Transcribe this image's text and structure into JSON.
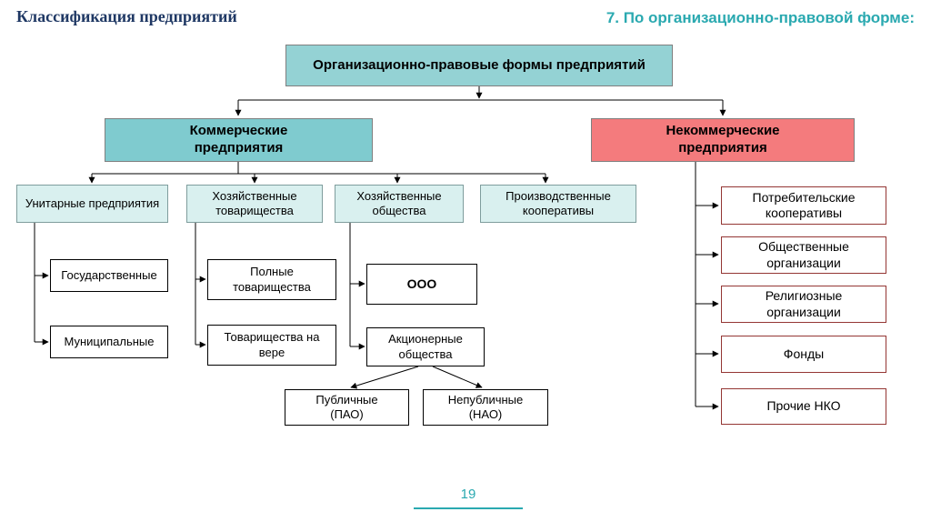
{
  "header": {
    "title": "Классификация предприятий",
    "section_title": "7. По организационно-правовой форме:"
  },
  "diagram": {
    "root": "Организационно-правовые формы предприятий",
    "commercial": "Коммерческие\nпредприятия",
    "noncommercial": "Некоммерческие\nпредприятия",
    "categories": {
      "unitary": "Унитарные предприятия",
      "partnerships": "Хозяйственные\nтоварищества",
      "companies": "Хозяйственные\nобщества",
      "coops": "Производственные\nкооперативы"
    },
    "unitary_children": {
      "state": "Государственные",
      "municipal": "Муниципальные"
    },
    "partnership_children": {
      "full": "Полные\nтоварищества",
      "limited": "Товарищества на\nвере"
    },
    "company_children": {
      "ooo": "ООО",
      "jsc": "Акционерные\nобщества"
    },
    "jsc_children": {
      "public": "Публичные\n(ПАО)",
      "nonpublic": "Непубличные\n(НАО)"
    },
    "noncommercial_children": {
      "consumer_coops": "Потребительские\nкооперативы",
      "public_orgs": "Общественные\nорганизации",
      "religious_orgs": "Религиозные\nорганизации",
      "funds": "Фонды",
      "other_npo": "Прочие НКО"
    }
  },
  "footer": {
    "page_number": "19"
  },
  "colors": {
    "accent_teal": "#2AA9B0",
    "title_navy": "#1F3864",
    "commercial_fill": "#7FCBCF",
    "noncommercial_fill": "#F47B7D",
    "category_fill": "#D9F0EF",
    "npo_border": "#943634"
  }
}
